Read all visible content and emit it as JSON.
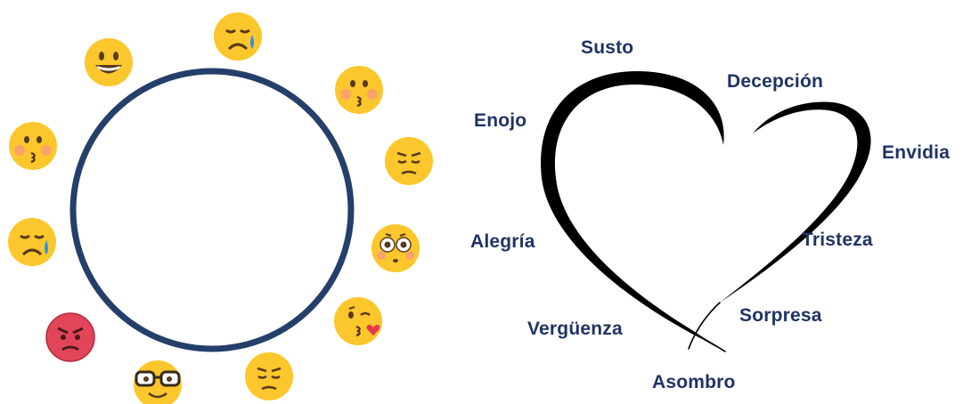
{
  "colors": {
    "ring": "#253f6b",
    "label_text": "#1f3464",
    "heart_stroke": "#000000",
    "emoji_face": "#fcc72c",
    "emoji_face_angry": "#e2455a",
    "emoji_tear": "#2f8fe8",
    "emoji_blush": "#f79a7a"
  },
  "emoji_ring": {
    "emojis": [
      {
        "icon": "grinning-face-icon"
      },
      {
        "icon": "crying-face-icon"
      },
      {
        "icon": "kissing-face-icon"
      },
      {
        "icon": "pensive-face-icon"
      },
      {
        "icon": "flushed-face-icon"
      },
      {
        "icon": "face-blowing-kiss-icon"
      },
      {
        "icon": "pensive-face-icon"
      },
      {
        "icon": "nerd-glasses-face-icon"
      },
      {
        "icon": "angry-face-icon"
      },
      {
        "icon": "crying-face-icon"
      },
      {
        "icon": "kissing-face-icon"
      }
    ]
  },
  "heart": {
    "labels": {
      "susto": "Susto",
      "decepcion": "Decepción",
      "enojo": "Enojo",
      "envidia": "Envidia",
      "alegria": "Alegría",
      "tristeza": "Tristeza",
      "sorpresa": "Sorpresa",
      "verguenza": "Vergüenza",
      "asombro": "Asombro"
    }
  }
}
